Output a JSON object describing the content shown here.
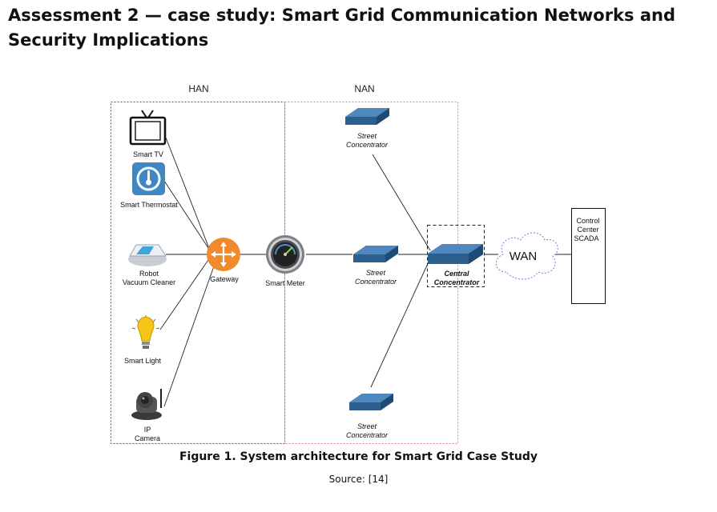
{
  "header": {
    "title": "Assessment 2 — case study: Smart Grid Communication Networks and Security Implications"
  },
  "diagram": {
    "zones": {
      "han": "HAN",
      "nan": "NAN"
    },
    "devices": {
      "smart_tv": "Smart TV",
      "smart_thermostat": "Smart Thermostat",
      "robot_vacuum": [
        "Robot",
        "Vacuum Cleaner"
      ],
      "smart_light": "Smart Light",
      "ip_camera": [
        "IP",
        "Camera"
      ],
      "gateway": "Gateway",
      "smart_meter": "Smart Meter",
      "street_top": [
        "Street",
        "Concentrator"
      ],
      "street_mid": [
        "Street",
        "Concentrator"
      ],
      "street_bottom": [
        "Street",
        "Concentrator"
      ],
      "central": [
        "Central",
        "Concentrator"
      ],
      "wan": "WAN",
      "control_center": [
        "Control",
        "Center",
        "SCADA"
      ]
    },
    "colors": {
      "gateway": "#f08a2c",
      "thermostat": "#3f88c5",
      "concentrator": "#2c5f8e",
      "bulb": "#f5c518",
      "cloud_border": "#7a7adc",
      "nan_border": "#e08a8a"
    }
  },
  "caption": {
    "figure": "Figure 1. System architecture for Smart Grid Case Study",
    "source": "Source: [14]"
  }
}
